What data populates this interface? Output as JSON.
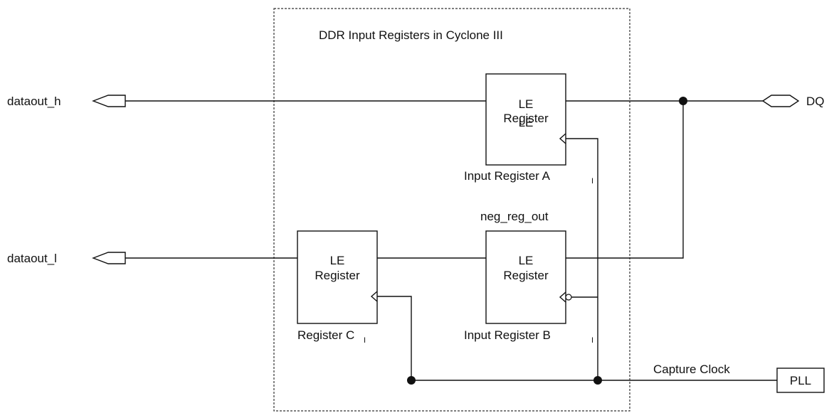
{
  "title": "DDR Input Registers in Cyclone III",
  "signals": {
    "dataout_h": "dataout_h",
    "dataout_l": "dataout_l",
    "dq": "DQ",
    "neg_reg_out": "neg_reg_out",
    "capture_clock": "Capture Clock"
  },
  "blocks": {
    "reg_a": {
      "line1": "LE",
      "line2": "Register",
      "caption": "Input  Register A",
      "caption_sub": "I"
    },
    "reg_b": {
      "line1": "LE",
      "line2": "Register",
      "caption": "Input  Register B",
      "caption_sub": "I"
    },
    "reg_c": {
      "line1": "LE",
      "line2": "Register",
      "caption": "Register C",
      "caption_sub": "I"
    },
    "pll": "PLL"
  }
}
